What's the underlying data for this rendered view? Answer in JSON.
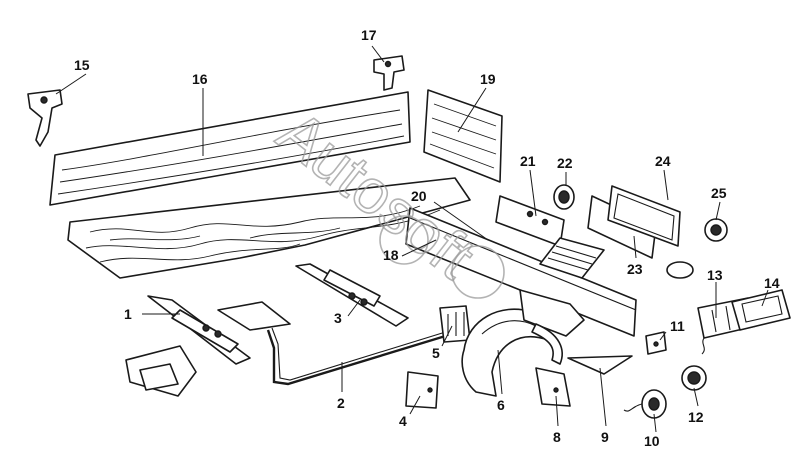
{
  "watermark": {
    "text": "Autosoft"
  },
  "labels": [
    {
      "id": "1",
      "text": "1"
    },
    {
      "id": "2",
      "text": "2"
    },
    {
      "id": "3",
      "text": "3"
    },
    {
      "id": "4",
      "text": "4"
    },
    {
      "id": "5",
      "text": "5"
    },
    {
      "id": "6",
      "text": "6"
    },
    {
      "id": "8",
      "text": "8"
    },
    {
      "id": "9",
      "text": "9"
    },
    {
      "id": "10",
      "text": "10"
    },
    {
      "id": "11",
      "text": "11"
    },
    {
      "id": "12",
      "text": "12"
    },
    {
      "id": "13",
      "text": "13"
    },
    {
      "id": "14",
      "text": "14"
    },
    {
      "id": "15",
      "text": "15"
    },
    {
      "id": "16",
      "text": "16"
    },
    {
      "id": "17",
      "text": "17"
    },
    {
      "id": "18",
      "text": "18"
    },
    {
      "id": "19",
      "text": "19"
    },
    {
      "id": "20",
      "text": "20"
    },
    {
      "id": "21",
      "text": "21"
    },
    {
      "id": "22",
      "text": "22"
    },
    {
      "id": "23",
      "text": "23"
    },
    {
      "id": "24",
      "text": "24"
    },
    {
      "id": "25",
      "text": "25"
    }
  ]
}
